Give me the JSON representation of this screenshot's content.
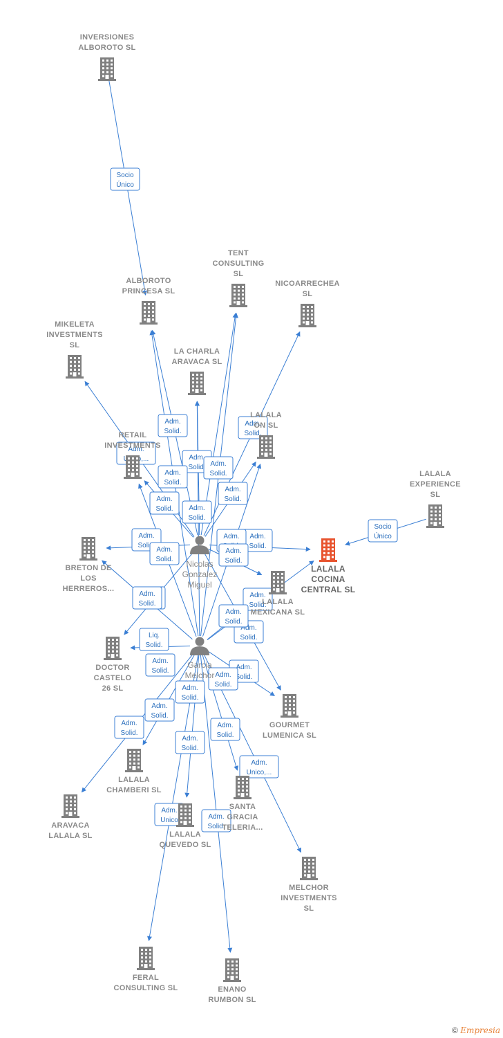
{
  "colors": {
    "edge": "#3b7fd4",
    "node": "#808080",
    "focus": "#e8542f"
  },
  "icons": {
    "company": "building-icon",
    "person": "person-icon"
  },
  "nodes": [
    {
      "id": "inversiones",
      "type": "company",
      "lines": [
        "INVERSIONES",
        "ALBOROTO  SL"
      ]
    },
    {
      "id": "alboroto",
      "type": "company",
      "lines": [
        "ALBOROTO",
        "PRINCESA  SL"
      ]
    },
    {
      "id": "tent",
      "type": "company",
      "lines": [
        "TENT",
        "CONSULTING",
        "SL"
      ]
    },
    {
      "id": "nicoarrechea",
      "type": "company",
      "lines": [
        "NICOARRECHEA",
        "SL"
      ]
    },
    {
      "id": "mikeleta",
      "type": "company",
      "lines": [
        "MIKELETA",
        "INVESTMENTS",
        "SL"
      ]
    },
    {
      "id": "lacharla",
      "type": "company",
      "lines": [
        "LA CHARLA",
        "ARAVACA  SL"
      ]
    },
    {
      "id": "lalalaon",
      "type": "company",
      "lines": [
        "LALALA",
        "ON  SL"
      ]
    },
    {
      "id": "retail",
      "type": "company",
      "lines": [
        "RETAIL",
        "INVESTMENTS"
      ]
    },
    {
      "id": "experience",
      "type": "company",
      "lines": [
        "LALALA",
        "EXPERIENCE",
        "SL"
      ]
    },
    {
      "id": "cocina",
      "type": "company",
      "focus": true,
      "lines": [
        "LALALA",
        "COCINA",
        "CENTRAL  SL"
      ]
    },
    {
      "id": "breton",
      "type": "company",
      "lines": [
        "BRETON DE",
        "LOS",
        "HERREROS..."
      ]
    },
    {
      "id": "mexicana",
      "type": "company",
      "lines": [
        "LALALA",
        "MEXICANA  SL"
      ]
    },
    {
      "id": "doctor",
      "type": "company",
      "lines": [
        "DOCTOR",
        "CASTELO",
        "26  SL"
      ]
    },
    {
      "id": "gourmet",
      "type": "company",
      "lines": [
        "GOURMET",
        "LUMENICA  SL"
      ]
    },
    {
      "id": "chamberi",
      "type": "company",
      "lines": [
        "LALALA",
        "CHAMBERI  SL"
      ]
    },
    {
      "id": "aravaca",
      "type": "company",
      "lines": [
        "ARAVACA",
        "LALALA  SL"
      ]
    },
    {
      "id": "quevedo",
      "type": "company",
      "lines": [
        "LALALA",
        "QUEVEDO  SL"
      ]
    },
    {
      "id": "santa",
      "type": "company",
      "lines": [
        "SANTA",
        "GRACIA",
        "TELERIA..."
      ]
    },
    {
      "id": "melchor",
      "type": "company",
      "lines": [
        "MELCHOR",
        "INVESTMENTS",
        "SL"
      ]
    },
    {
      "id": "feral",
      "type": "company",
      "lines": [
        "FERAL",
        "CONSULTING SL"
      ]
    },
    {
      "id": "enano",
      "type": "company",
      "lines": [
        "ENANO",
        "RUMBON  SL"
      ]
    },
    {
      "id": "nicolas",
      "type": "person",
      "lines": [
        "Nicolas",
        "Gonzalez",
        "Miguel"
      ]
    },
    {
      "id": "garcia",
      "type": "person",
      "lines": [
        "Garcia",
        "Melchor"
      ]
    }
  ],
  "edges": [
    {
      "from": "inversiones",
      "to": "alboroto",
      "label": [
        "Socio",
        "Único"
      ]
    },
    {
      "from": "experience",
      "to": "cocina",
      "label": [
        "Socio",
        "Único"
      ]
    },
    {
      "from": "nicolas",
      "to": "alboroto",
      "label": [
        "Adm.",
        "Solid."
      ]
    },
    {
      "from": "nicolas",
      "to": "lacharla",
      "label": [
        "Adm.",
        "Solid."
      ]
    },
    {
      "from": "nicolas",
      "to": "tent",
      "label": [
        "Adm.",
        "Solid."
      ]
    },
    {
      "from": "nicolas",
      "to": "nicoarrechea",
      "label": [
        "Adm.",
        "Solid."
      ]
    },
    {
      "from": "nicolas",
      "to": "mikeleta",
      "label": [
        "Adm.",
        "Unico,..."
      ]
    },
    {
      "from": "nicolas",
      "to": "retail",
      "label": [
        "Adm.",
        "Solid."
      ]
    },
    {
      "from": "nicolas",
      "to": "lalalaon",
      "label": [
        "Adm.",
        "Solid."
      ]
    },
    {
      "from": "nicolas",
      "to": "breton",
      "label": [
        "Adm.",
        "Solid."
      ]
    },
    {
      "from": "nicolas",
      "to": "cocina",
      "label": [
        "Adm.",
        "Solid."
      ]
    },
    {
      "from": "nicolas",
      "to": "mexicana",
      "label": [
        "Adm.",
        "Solid."
      ]
    },
    {
      "from": "nicolas",
      "to": "doctor",
      "label": [
        "Liq.",
        "Solid."
      ]
    },
    {
      "from": "nicolas",
      "to": "gourmet",
      "label": [
        "Adm.",
        "Solid."
      ]
    },
    {
      "from": "garcia",
      "to": "alboroto",
      "label": [
        "Adm.",
        "Solid."
      ]
    },
    {
      "from": "garcia",
      "to": "lacharla",
      "label": [
        "Adm.",
        "Solid."
      ]
    },
    {
      "from": "garcia",
      "to": "tent",
      "label": [
        "Adm.",
        "Solid."
      ]
    },
    {
      "from": "garcia",
      "to": "lalalaon",
      "label": [
        "Adm.",
        "Solid."
      ]
    },
    {
      "from": "garcia",
      "to": "retail",
      "label": [
        "Adm.",
        "Solid."
      ]
    },
    {
      "from": "garcia",
      "to": "breton",
      "label": [
        "Adm.",
        "Solid."
      ]
    },
    {
      "from": "garcia",
      "to": "doctor",
      "label": [
        "Liq.",
        "Solid."
      ]
    },
    {
      "from": "garcia",
      "to": "cocina",
      "label": [
        "Adm.",
        "Solid."
      ]
    },
    {
      "from": "garcia",
      "to": "mexicana",
      "label": [
        "Adm.",
        "Solid."
      ]
    },
    {
      "from": "garcia",
      "to": "gourmet",
      "label": [
        "Adm.",
        "Solid."
      ]
    },
    {
      "from": "garcia",
      "to": "chamberi",
      "label": [
        "Adm.",
        "Solid."
      ]
    },
    {
      "from": "garcia",
      "to": "aravaca",
      "label": [
        "Adm.",
        "Solid."
      ]
    },
    {
      "from": "garcia",
      "to": "quevedo",
      "label": [
        "Adm.",
        "Solid."
      ]
    },
    {
      "from": "garcia",
      "to": "santa",
      "label": [
        "Adm.",
        "Solid."
      ]
    },
    {
      "from": "garcia",
      "to": "melchor",
      "label": [
        "Adm.",
        "Unico,..."
      ]
    },
    {
      "from": "garcia",
      "to": "feral",
      "label": [
        "Adm.",
        "Unico"
      ]
    },
    {
      "from": "garcia",
      "to": "enano",
      "label": [
        "Adm.",
        "Solid."
      ]
    }
  ],
  "footer": {
    "copyright": "©",
    "brand": "Empresia"
  }
}
